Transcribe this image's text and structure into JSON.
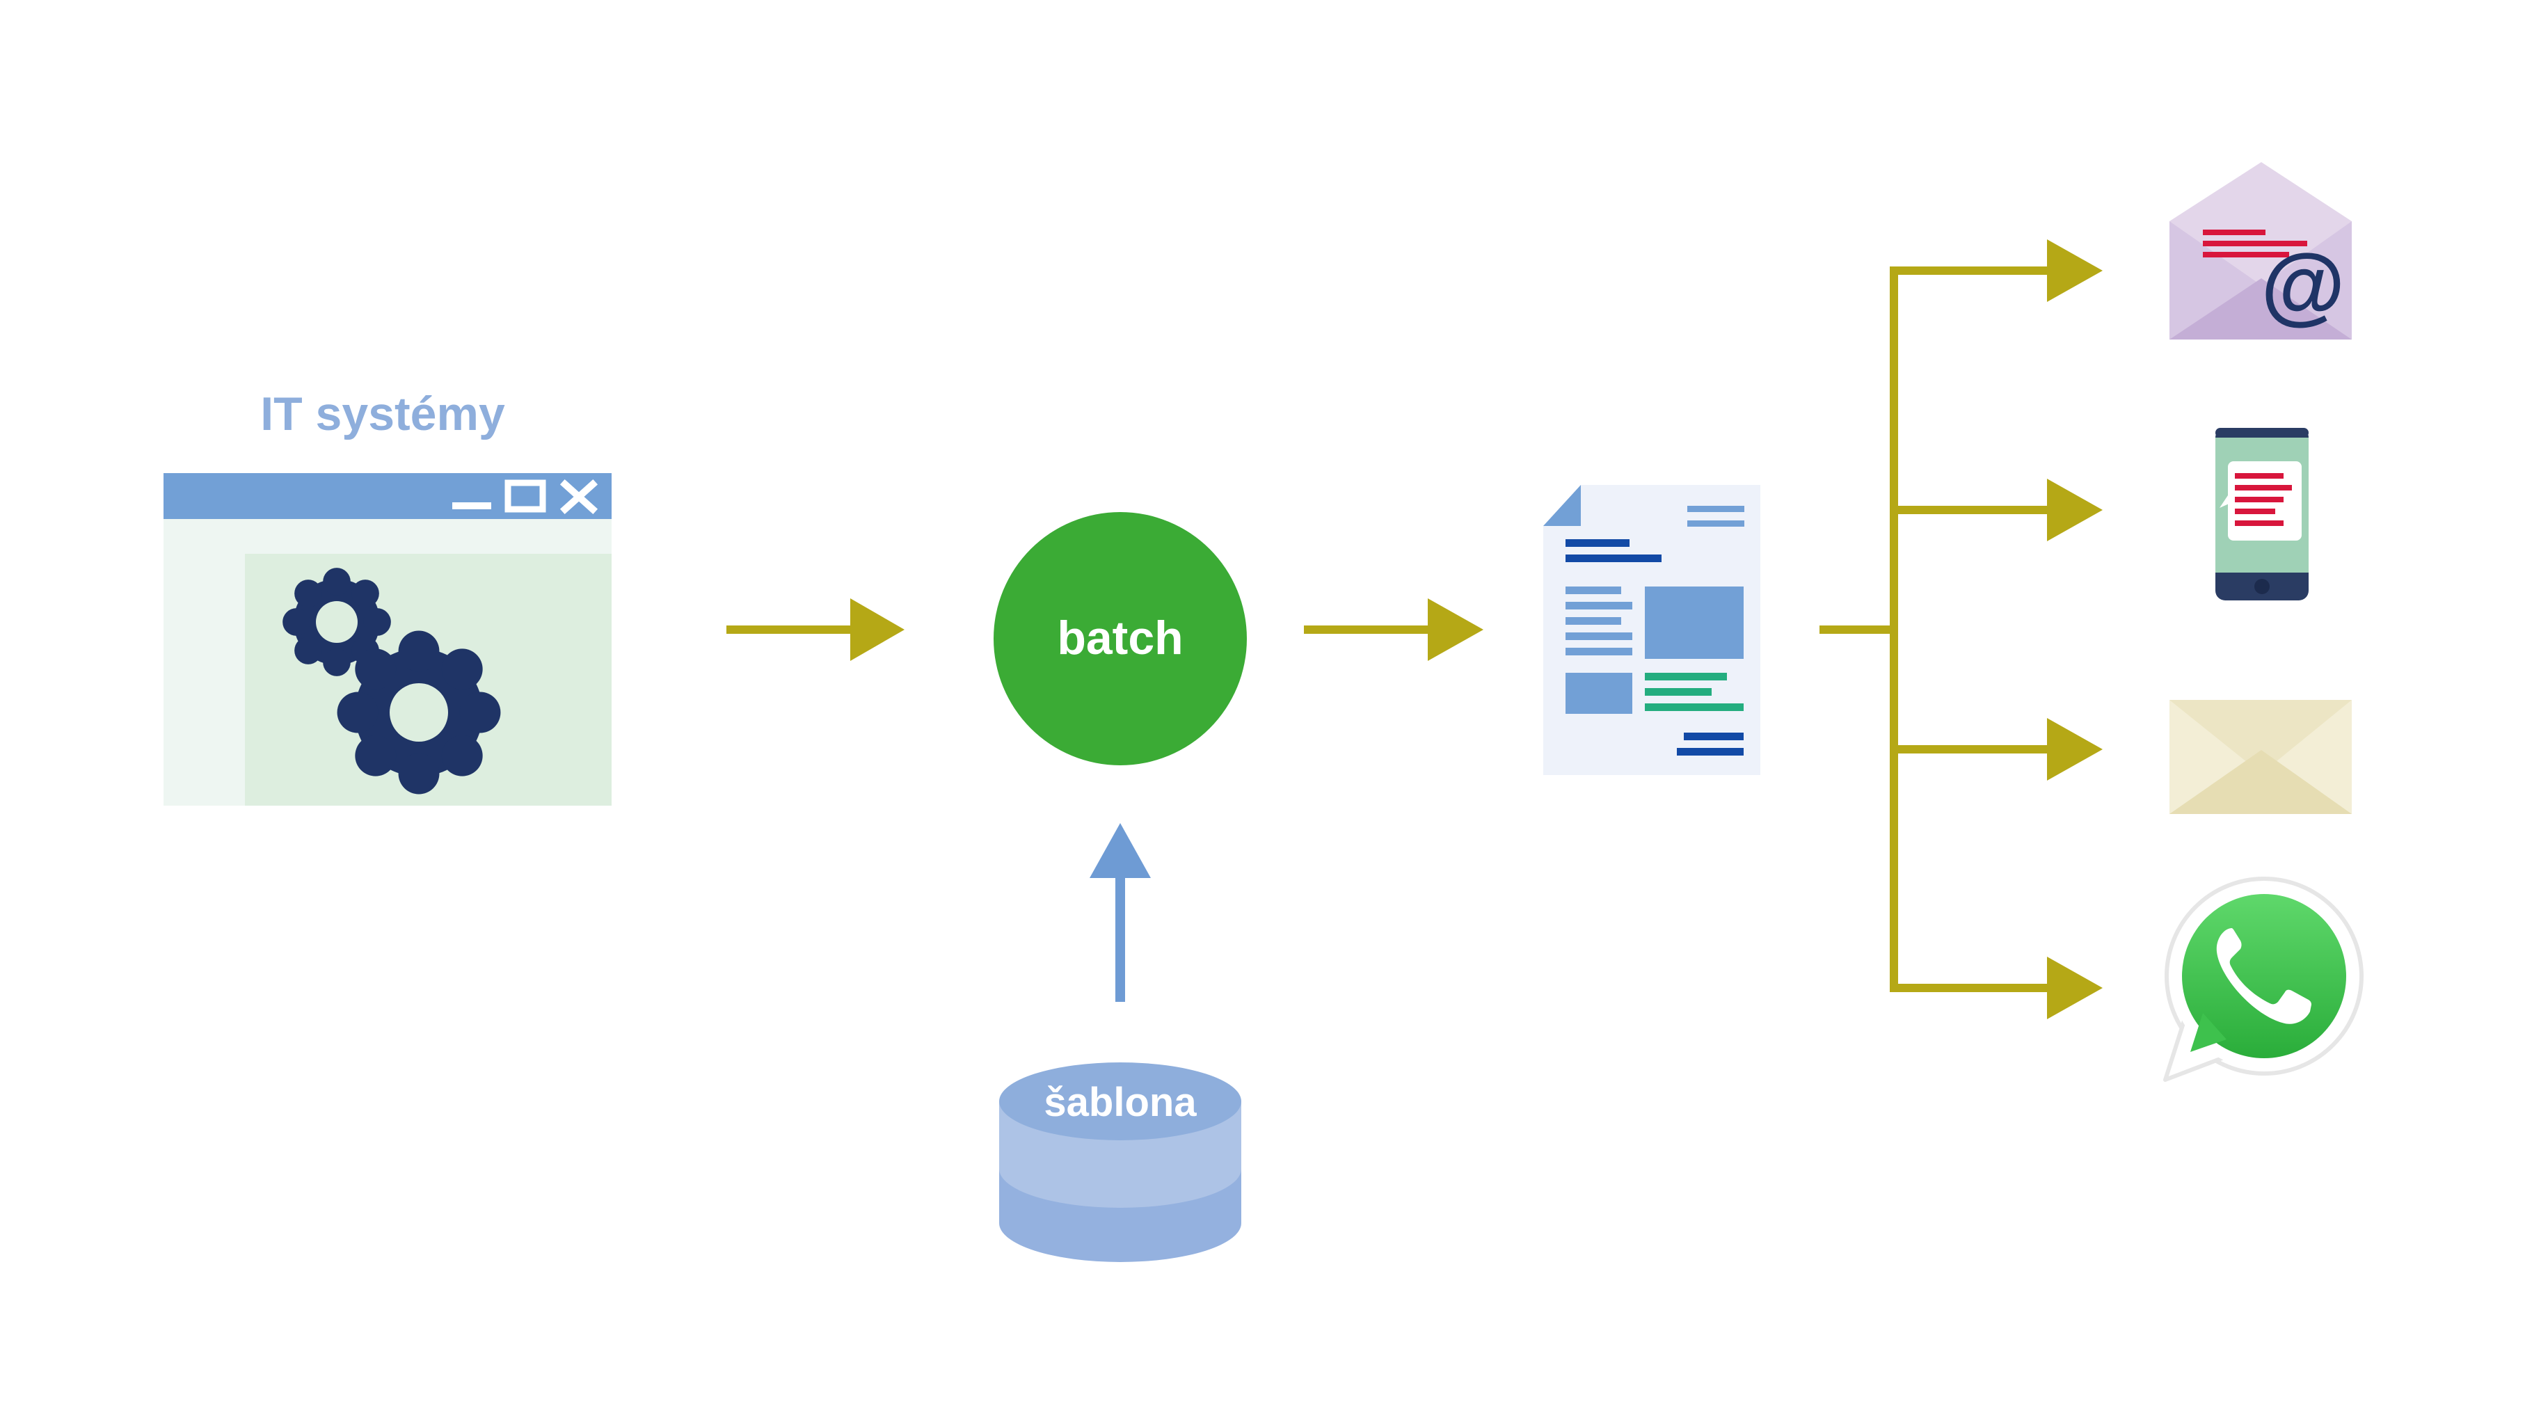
{
  "source": {
    "title": "IT systémy",
    "window_controls": [
      "minimize-icon",
      "maximize-icon",
      "close-icon"
    ],
    "content_icon": "gears-icon"
  },
  "process": {
    "label": "batch"
  },
  "template_store": {
    "label": "šablona",
    "icon": "database-icon"
  },
  "document": {
    "icon": "document-icon"
  },
  "channels": [
    {
      "icon": "email-envelope-icon"
    },
    {
      "icon": "sms-phone-icon"
    },
    {
      "icon": "postal-letter-icon"
    },
    {
      "icon": "whatsapp-icon"
    }
  ],
  "colors": {
    "flow_arrow": "#b5a816",
    "template_arrow": "#6e9bd4",
    "batch_circle": "#3bab35",
    "title_text": "#8eaedc",
    "gear": "#1f3466",
    "window_bar": "#72a0d6",
    "window_body": "#eef6f2",
    "window_panel": "#ddeedf",
    "db_top": "#8eaedc",
    "db_body": "#adc3e6",
    "db_bottom": "#94b1df",
    "doc_bg": "#eef2fa",
    "doc_dark": "#124aa6",
    "doc_mid": "#72a0d6",
    "doc_green": "#24ad7f",
    "mail_light": "#e3d6ea",
    "mail_dark": "#c4aed6",
    "msg_red": "#d8163c",
    "phone_body": "#2a3c63",
    "phone_screen": "#9fd1b6",
    "letter_light": "#f3eed6",
    "letter_dark": "#e6ddb3",
    "whatsapp_green": "#3ec14d"
  }
}
